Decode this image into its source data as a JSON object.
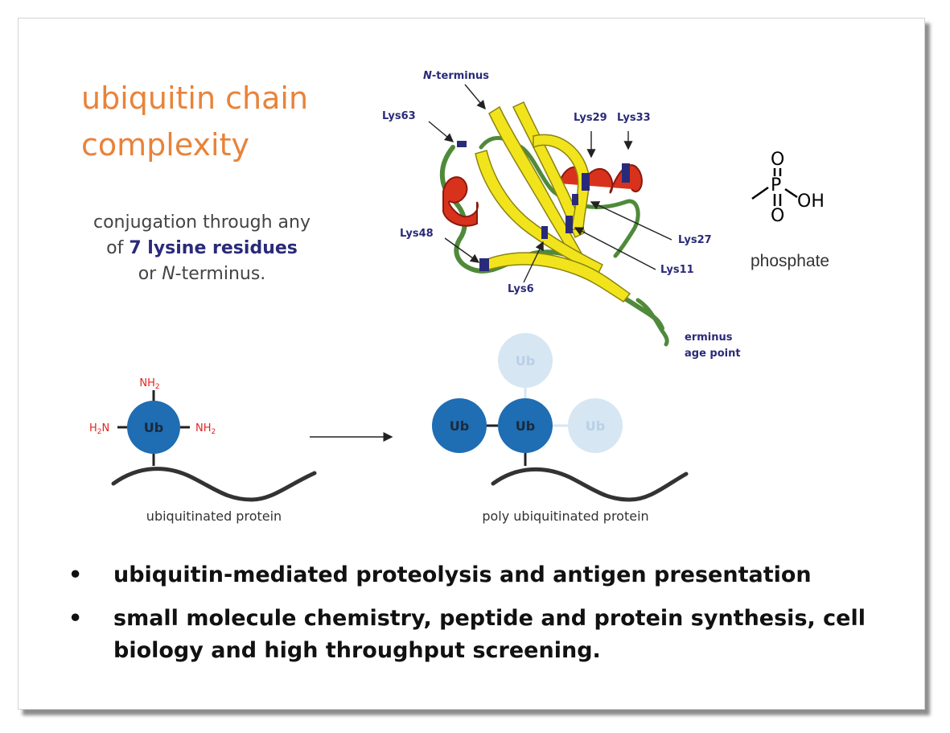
{
  "slide": {
    "title_line1": "ubiquitin chain",
    "title_line2": "complexity",
    "conjugation": {
      "line1": "conjugation through any",
      "line2_prefix": "of ",
      "line2_highlight": "7 lysine residues",
      "line3_prefix": "or ",
      "line3_italic": "N",
      "line3_suffix": "-terminus."
    },
    "structure": {
      "n_terminus_italic": "N",
      "n_terminus_suffix": "-terminus",
      "lysines": [
        "Lys63",
        "Lys29",
        "Lys33",
        "Lys48",
        "Lys27",
        "Lys11",
        "Lys6"
      ],
      "c_term_line1": "erminus",
      "c_term_line2": "age point"
    },
    "phosphate": {
      "label": "phosphate",
      "atoms": {
        "o_top": "O",
        "p": "P",
        "oh": "OH",
        "o_bottom": "O"
      }
    },
    "mono_ub": {
      "ub": "Ub",
      "nh2_top": "NH",
      "nh2_top_sub": "2",
      "h2n_left": "H",
      "h2n_left_sub": "2",
      "h2n_left_end": "N",
      "nh2_right": "NH",
      "nh2_right_sub": "2",
      "caption": "ubiquitinated protein"
    },
    "poly_ub": {
      "ub_left": "Ub",
      "ub_center": "Ub",
      "ub_top": "Ub",
      "ub_right": "Ub",
      "caption": "poly ubiquitinated protein"
    },
    "bullets": [
      "ubiquitin-mediated proteolysis and antigen presentation",
      "small molecule chemistry, peptide and protein synthesis, cell biology and high throughput screening."
    ],
    "bullet_char": "•",
    "colors": {
      "title": "#e8833a",
      "ub_dark": "#1f6db3",
      "ub_light": "#d6e6f3",
      "amine_red": "#e2241f",
      "label_navy": "#2a2a7a",
      "sheet_yellow": "#f2e41c",
      "helix_red": "#d8321c",
      "loop_green": "#4f8a3a"
    }
  }
}
